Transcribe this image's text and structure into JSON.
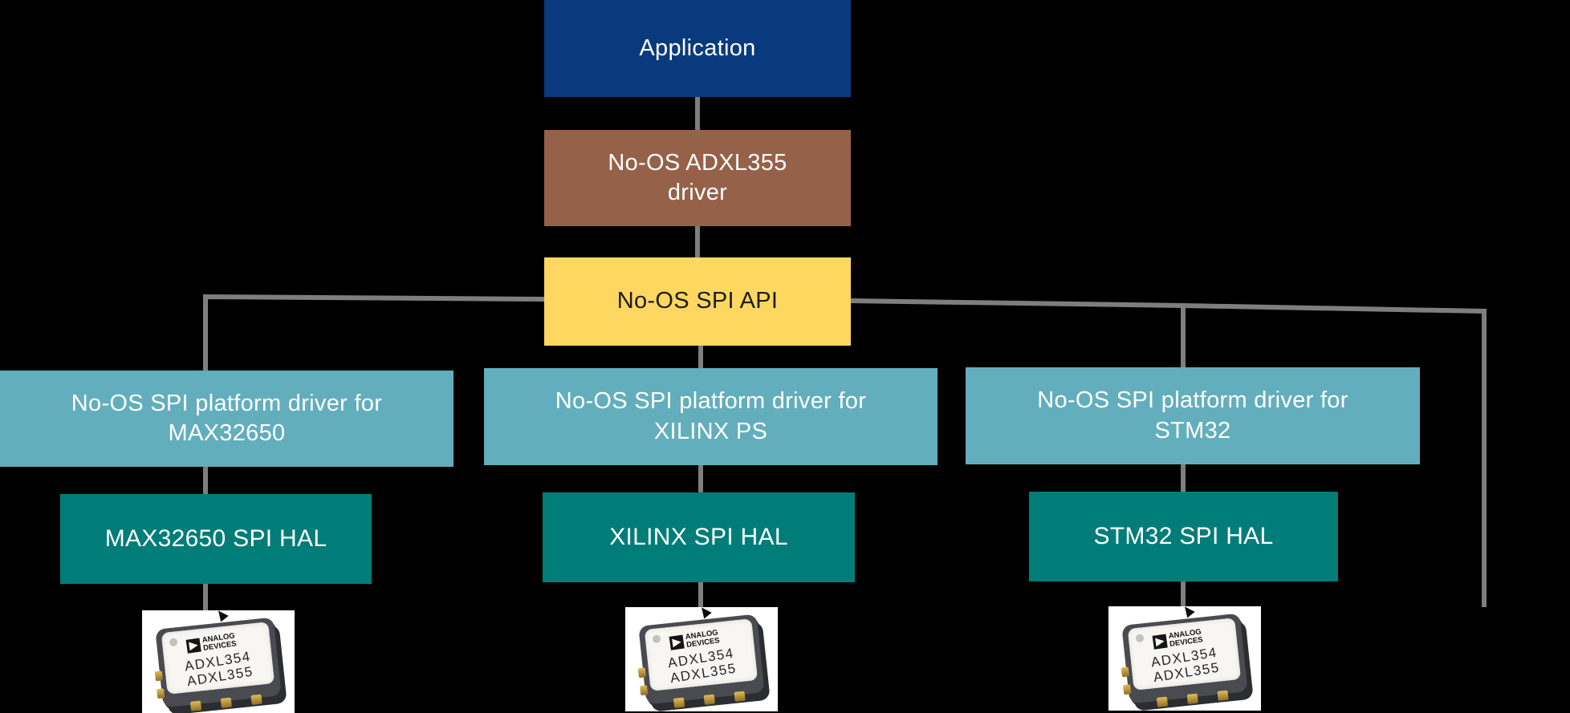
{
  "colors": {
    "background": "#000000",
    "connector": "#7e7e7e",
    "application_bg": "#0a3a7e",
    "adxl_driver_bg": "#966149",
    "spi_api_bg": "#fdd75f",
    "platform_bg": "#63aebc",
    "hal_bg": "#017d79",
    "chip_photo_bg": "#ffffff",
    "text_on_dark": "#ffffff",
    "text_on_yellow": "#1c1c1c"
  },
  "nodes": {
    "application": {
      "label": "Application"
    },
    "adxl_driver": {
      "lines": [
        "No-OS ADXL355",
        "driver"
      ]
    },
    "spi_api": {
      "label": "No-OS SPI API"
    },
    "platform_max32650": {
      "lines": [
        "No-OS SPI platform driver for",
        "MAX32650"
      ]
    },
    "platform_xilinx": {
      "lines": [
        "No-OS SPI platform driver for",
        "XILINX PS"
      ]
    },
    "platform_stm32": {
      "lines": [
        "No-OS SPI platform driver for",
        "STM32"
      ]
    },
    "hal_max32650": {
      "label": "MAX32650 SPI HAL"
    },
    "hal_xilinx": {
      "label": "XILINX SPI HAL"
    },
    "hal_stm32": {
      "label": "STM32 SPI HAL"
    }
  },
  "chip": {
    "brand_line1": "ANALOG",
    "brand_line2": "DEVICES",
    "part_line1": "ADXL354",
    "part_line2": "ADXL355"
  }
}
